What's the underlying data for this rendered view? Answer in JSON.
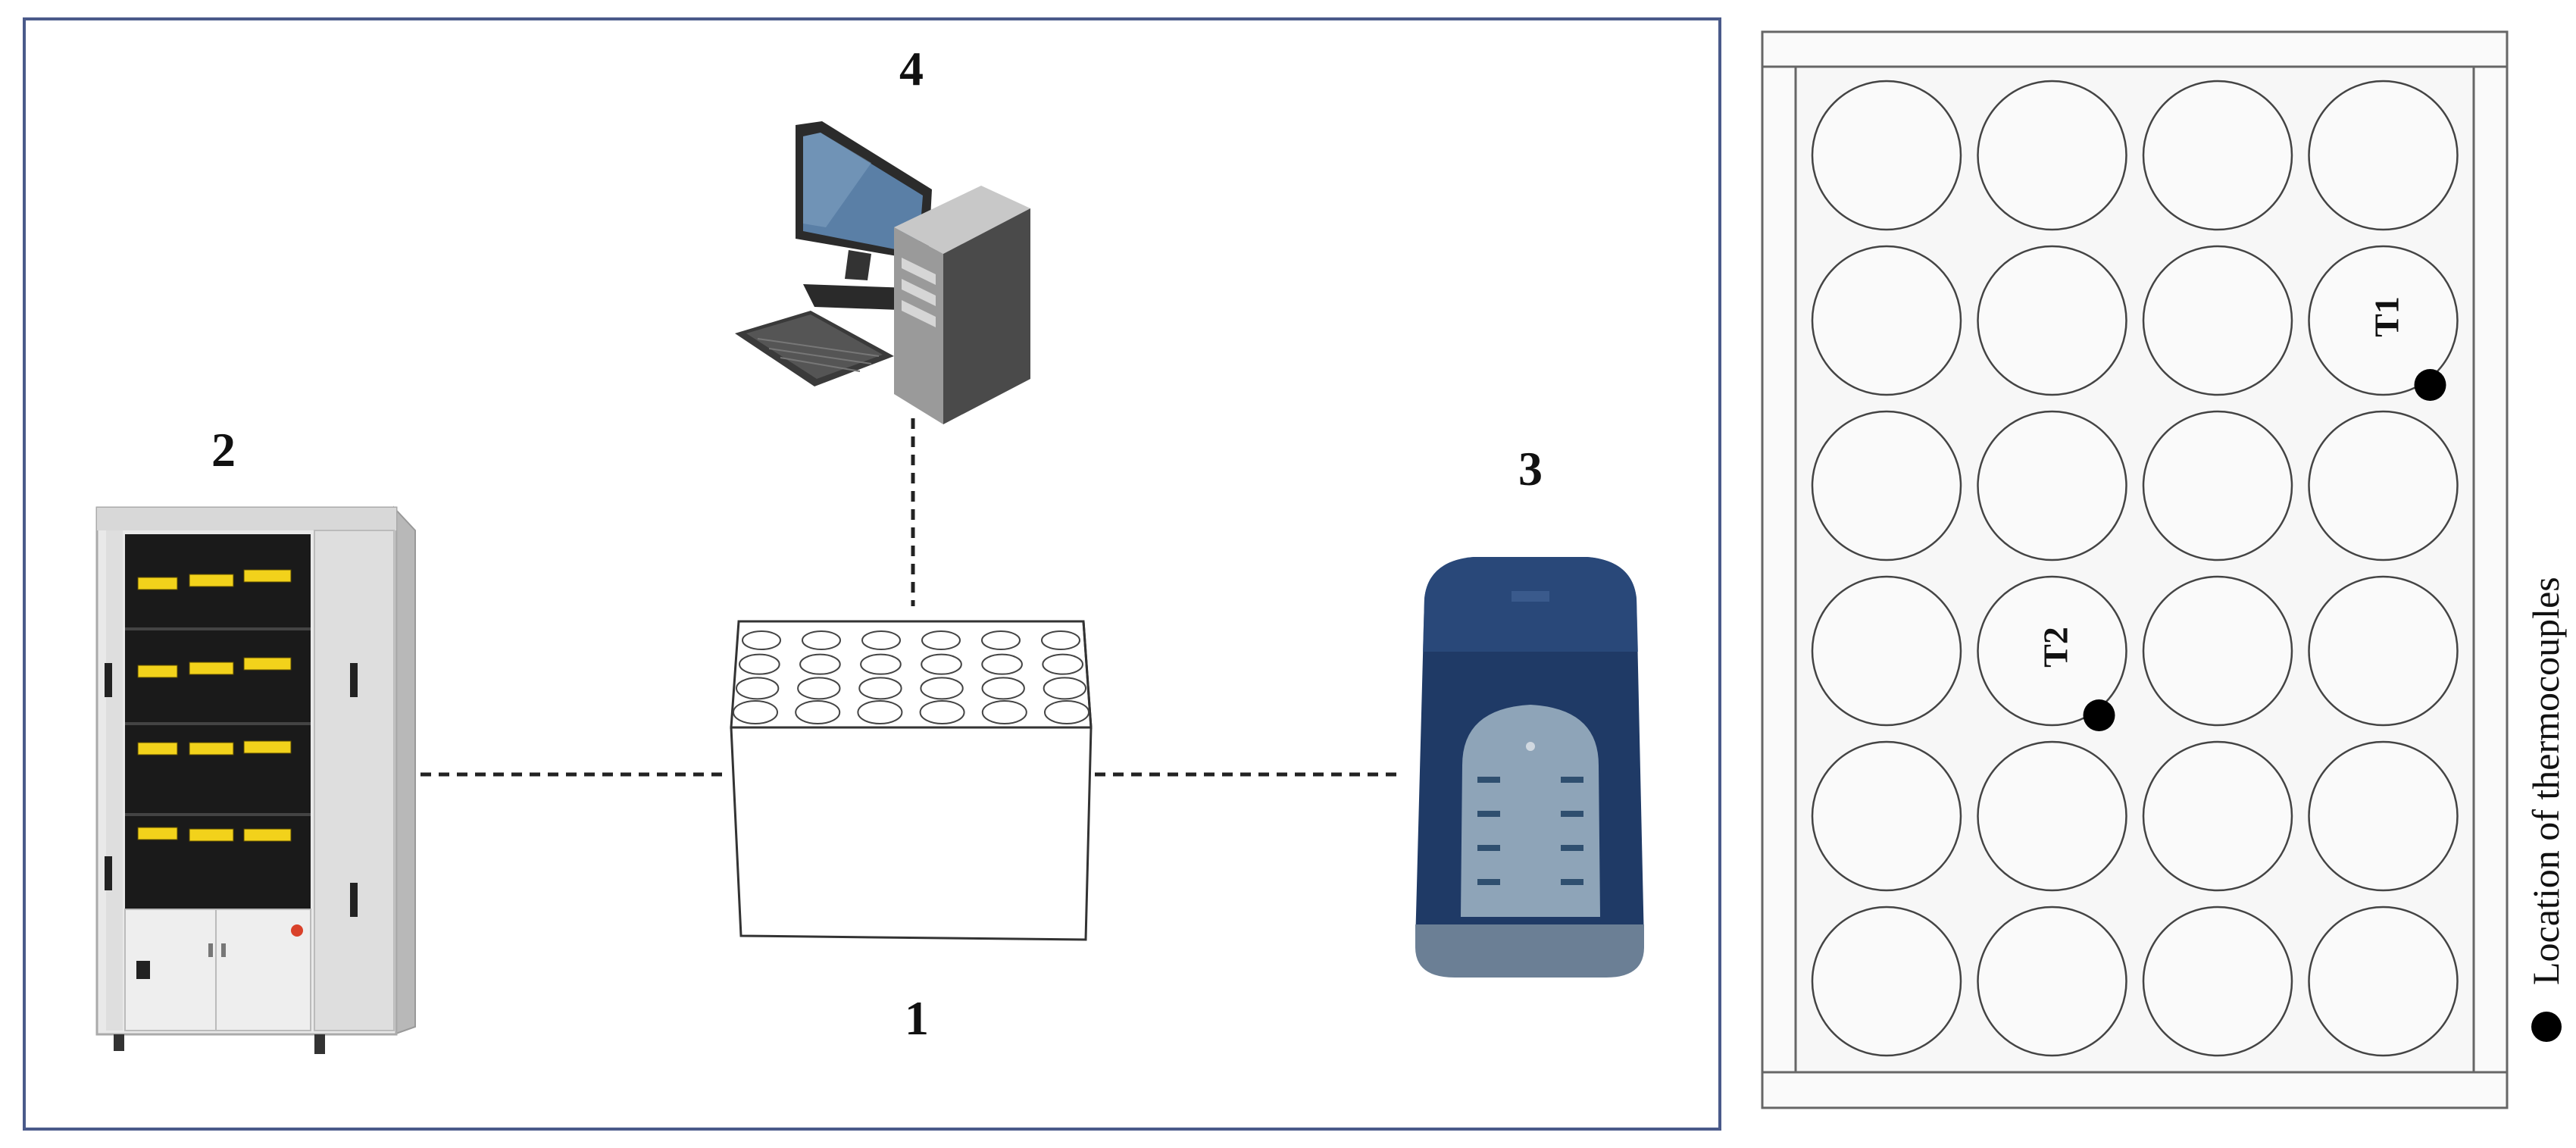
{
  "labels": {
    "item1": "1",
    "item2": "2",
    "item3": "3",
    "item4": "4"
  },
  "tray": {
    "rows": 6,
    "cols": 4,
    "thermocouples": [
      {
        "label": "T1",
        "row": 1,
        "col": 3
      },
      {
        "label": "T2",
        "row": 3,
        "col": 1
      }
    ]
  },
  "legend": {
    "text": "Location of thermocouples",
    "symbol": "filled-dot"
  },
  "colors": {
    "frame_border": "#4a5a8a",
    "logger_body": "#1f3a66",
    "logger_panel": "#8ea4b8",
    "incubator_panel": "#1a1a1a",
    "incubator_display": "#f2d21b",
    "computer_screen": "#5a7fa6"
  },
  "icons": {
    "incubator": "climate-chamber-icon",
    "computer": "desktop-computer-icon",
    "logger": "data-logger-icon",
    "container": "sample-tray-box-icon"
  }
}
